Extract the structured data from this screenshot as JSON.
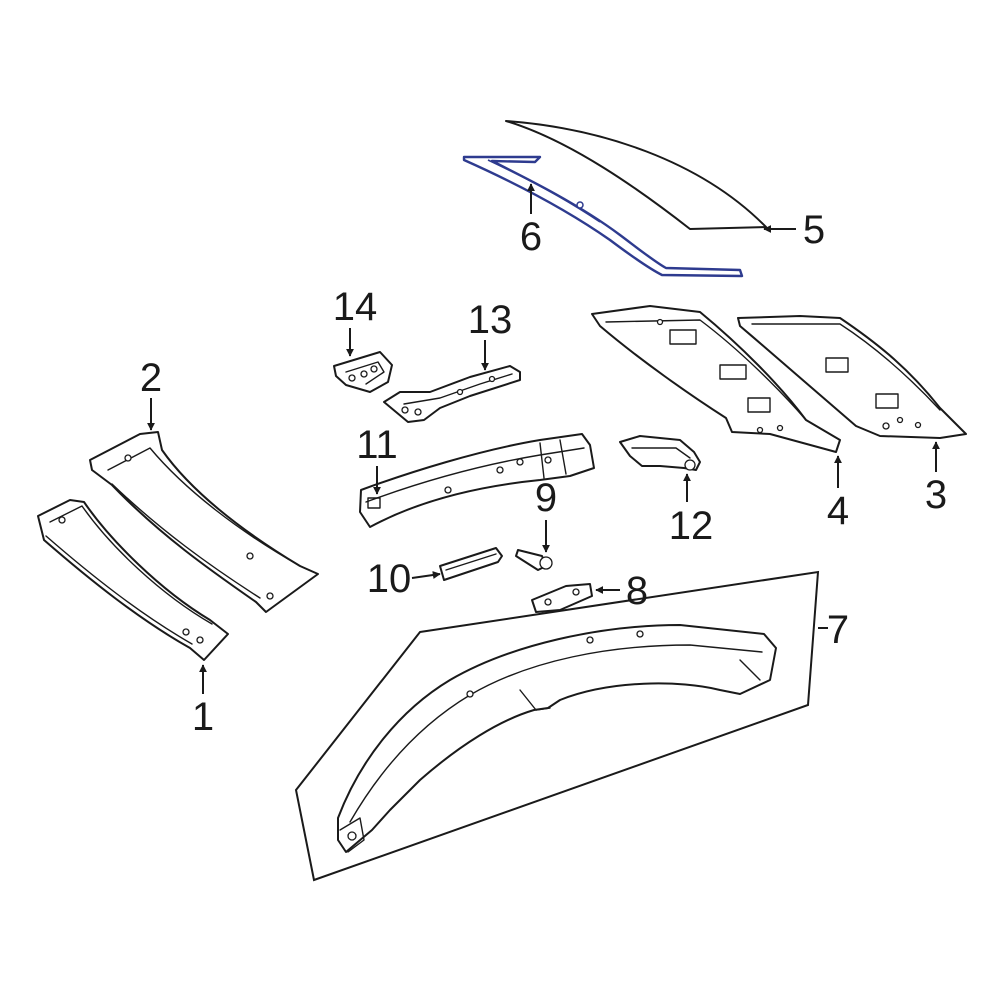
{
  "callouts": {
    "c1": "1",
    "c2": "2",
    "c3": "3",
    "c4": "4",
    "c5": "5",
    "c6": "6",
    "c7": "7",
    "c8": "8",
    "c9": "9",
    "c10": "10",
    "c11": "11",
    "c12": "12",
    "c13": "13",
    "c14": "14"
  },
  "colors": {
    "line": "#1a1a1a",
    "highlight": "#2e3b8f",
    "background": "#ffffff"
  }
}
